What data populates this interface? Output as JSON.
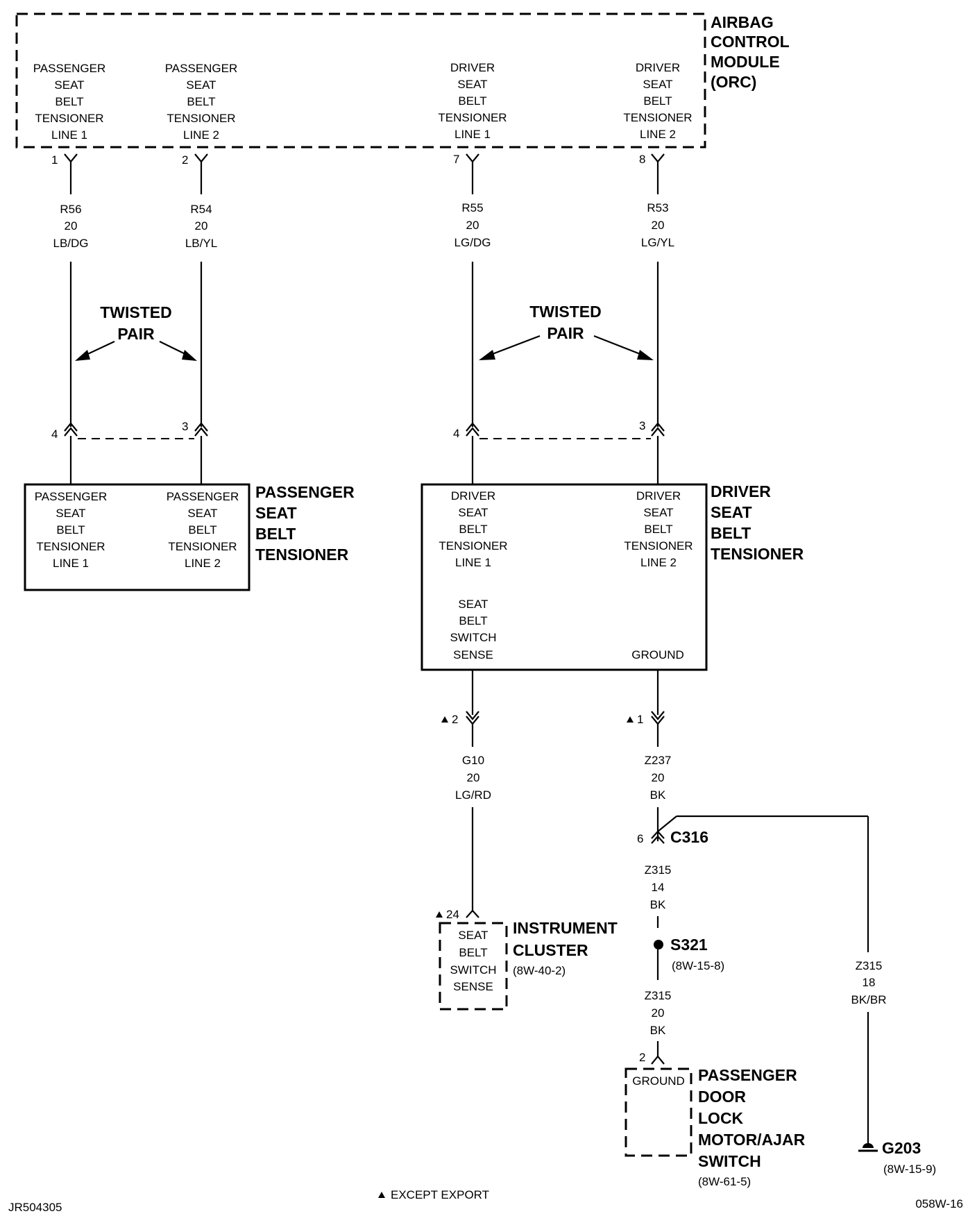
{
  "modules": {
    "acm": {
      "title": [
        "AIRBAG",
        "CONTROL",
        "MODULE",
        "(ORC)"
      ]
    },
    "pst": {
      "title": [
        "PASSENGER",
        "SEAT",
        "BELT",
        "TENSIONER"
      ]
    },
    "dst": {
      "title": [
        "DRIVER",
        "SEAT",
        "BELT",
        "TENSIONER"
      ]
    },
    "ic": {
      "title": [
        "INSTRUMENT",
        "CLUSTER"
      ],
      "ref": "(8W-40-2)"
    },
    "pdl": {
      "title": [
        "PASSENGER",
        "DOOR",
        "LOCK",
        "MOTOR/AJAR",
        "SWITCH"
      ],
      "ref": "(8W-61-5)"
    }
  },
  "acm_pins": [
    {
      "lines": [
        "PASSENGER",
        "SEAT",
        "BELT",
        "TENSIONER",
        "LINE 1"
      ],
      "pin": "1"
    },
    {
      "lines": [
        "PASSENGER",
        "SEAT",
        "BELT",
        "TENSIONER",
        "LINE 2"
      ],
      "pin": "2"
    },
    {
      "lines": [
        "DRIVER",
        "SEAT",
        "BELT",
        "TENSIONER",
        "LINE 1"
      ],
      "pin": "7"
    },
    {
      "lines": [
        "DRIVER",
        "SEAT",
        "BELT",
        "TENSIONER",
        "LINE 2"
      ],
      "pin": "8"
    }
  ],
  "wires_top": [
    {
      "circuit": "R56",
      "gauge": "20",
      "color": "LB/DG"
    },
    {
      "circuit": "R54",
      "gauge": "20",
      "color": "LB/YL"
    },
    {
      "circuit": "R55",
      "gauge": "20",
      "color": "LG/DG"
    },
    {
      "circuit": "R53",
      "gauge": "20",
      "color": "LG/YL"
    }
  ],
  "twisted_pair": [
    "TWISTED",
    "PAIR"
  ],
  "tensioner_pins": [
    "4",
    "3",
    "4",
    "3"
  ],
  "pst_pins": [
    {
      "lines": [
        "PASSENGER",
        "SEAT",
        "BELT",
        "TENSIONER",
        "LINE 1"
      ]
    },
    {
      "lines": [
        "PASSENGER",
        "SEAT",
        "BELT",
        "TENSIONER",
        "LINE 2"
      ]
    }
  ],
  "dst_pins": [
    {
      "lines": [
        "DRIVER",
        "SEAT",
        "BELT",
        "TENSIONER",
        "LINE 1"
      ]
    },
    {
      "lines": [
        "DRIVER",
        "SEAT",
        "BELT",
        "TENSIONER",
        "LINE 2"
      ]
    },
    {
      "lines": [
        "SEAT",
        "BELT",
        "SWITCH",
        "SENSE"
      ]
    },
    {
      "lines": [
        "GROUND"
      ]
    }
  ],
  "dst_bottom_pins": [
    "2",
    "1"
  ],
  "wires_bottom": [
    {
      "circuit": "G10",
      "gauge": "20",
      "color": "LG/RD"
    },
    {
      "circuit": "Z237",
      "gauge": "20",
      "color": "BK"
    }
  ],
  "ic_pin": "24",
  "ic_inner": [
    "SEAT",
    "BELT",
    "SWITCH",
    "SENSE"
  ],
  "c316": {
    "name": "C316",
    "pin": "6"
  },
  "wire_z315_14": {
    "circuit": "Z315",
    "gauge": "14",
    "color": "BK"
  },
  "splice": {
    "name": "S321",
    "ref": "(8W-15-8)"
  },
  "wire_z315_20": {
    "circuit": "Z315",
    "gauge": "20",
    "color": "BK"
  },
  "pdl_pin": "2",
  "pdl_inner": "GROUND",
  "wire_z315_18": {
    "circuit": "Z315",
    "gauge": "18",
    "color": "BK/BR"
  },
  "ground": {
    "name": "G203",
    "ref": "(8W-15-9)"
  },
  "legend": "EXCEPT EXPORT",
  "footer": {
    "left": "JR504305",
    "right": "058W-16"
  }
}
